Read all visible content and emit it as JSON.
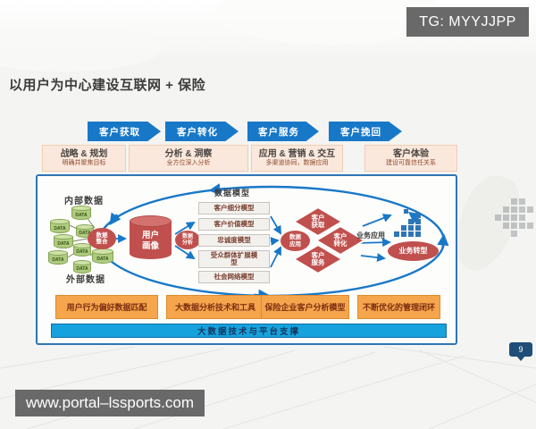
{
  "badges": {
    "tg": "TG: MYYJJPP",
    "url": "www.portal–lssports.com",
    "page_number": "9"
  },
  "title": "以用户为中心建设互联网 + 保险",
  "process_arrows": [
    "客户获取",
    "客户转化",
    "客户服务",
    "客户挽回"
  ],
  "phase_cards": [
    {
      "title": "战略 & 规划",
      "subtitle": "明确并聚焦目标"
    },
    {
      "title": "分析 & 洞察",
      "subtitle": "全方位深入分析"
    },
    {
      "title": "应用 & 营销 & 交互",
      "subtitle": "多渠道协同，数据应用"
    },
    {
      "title": "客户体验",
      "subtitle": "建设可靠信任关系"
    }
  ],
  "diagram": {
    "internal_data_label": "内部数据",
    "external_data_label": "外部数据",
    "data_cylinder_label": "DATA",
    "integration_label": "数据整合",
    "profile_label": "用户画像",
    "analysis_label": "数据分析",
    "model_header": "数据模型",
    "models": [
      "客户细分模型",
      "客户价值模型",
      "忠诚度模型",
      "受众群体扩展模型",
      "社会网络模型"
    ],
    "application_label": "数据应用",
    "diamonds": [
      "客户获取",
      "客户转化",
      "客户服务"
    ],
    "business_app_label": "业务应用",
    "transform_label": "业务转型",
    "bottom_boxes": [
      "用户行为偏好数据匹配",
      "大数据分析技术和工具",
      "保险企业客户分析模型",
      "不断优化的管理闭环"
    ],
    "platform_bar": "大数据技术与平台支撑"
  },
  "colors": {
    "process_blue": "#1878c8",
    "panel_border_blue": "#2e75b6",
    "shape_red": "#c0504d",
    "cylinder_green": "#aecb80",
    "card_pink": "#fbe8dc",
    "box_orange": "#f5a54c",
    "platform_cyan": "#16a2dd",
    "badge_gray": "#696969",
    "page_navy": "#1f4e79"
  }
}
